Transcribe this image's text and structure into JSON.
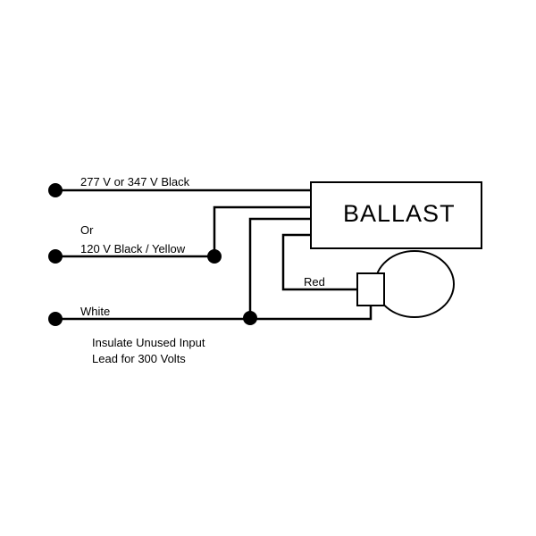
{
  "diagram": {
    "labels": {
      "input_277_347": "277 V or 347 V Black",
      "or": "Or",
      "input_120": "120 V Black / Yellow",
      "white": "White",
      "red": "Red",
      "ballast": "BALLAST",
      "note_line1": "Insulate Unused Input",
      "note_line2": "Lead for 300 Volts"
    },
    "colors": {
      "wire": "#000000",
      "background": "#ffffff"
    }
  }
}
